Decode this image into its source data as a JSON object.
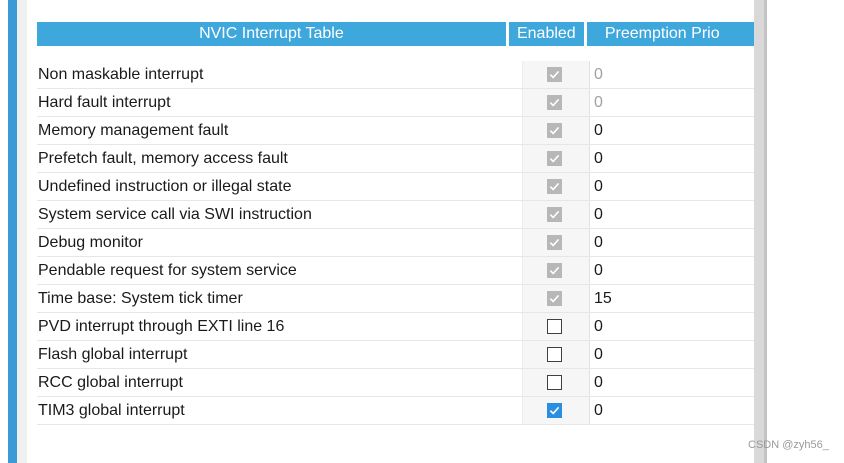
{
  "table": {
    "headers": {
      "name": "NVIC Interrupt Table",
      "enabled": "Enabled",
      "preemption": "Preemption Prio"
    },
    "rows": [
      {
        "name": "Non maskable interrupt",
        "enabled": true,
        "locked": true,
        "priority": "0",
        "priority_disabled": true
      },
      {
        "name": "Hard fault interrupt",
        "enabled": true,
        "locked": true,
        "priority": "0",
        "priority_disabled": true
      },
      {
        "name": "Memory management fault",
        "enabled": true,
        "locked": true,
        "priority": "0",
        "priority_disabled": false
      },
      {
        "name": "Prefetch fault, memory access fault",
        "enabled": true,
        "locked": true,
        "priority": "0",
        "priority_disabled": false
      },
      {
        "name": "Undefined instruction or illegal state",
        "enabled": true,
        "locked": true,
        "priority": "0",
        "priority_disabled": false
      },
      {
        "name": "System service call via SWI instruction",
        "enabled": true,
        "locked": true,
        "priority": "0",
        "priority_disabled": false
      },
      {
        "name": "Debug monitor",
        "enabled": true,
        "locked": true,
        "priority": "0",
        "priority_disabled": false
      },
      {
        "name": "Pendable request for system service",
        "enabled": true,
        "locked": true,
        "priority": "0",
        "priority_disabled": false
      },
      {
        "name": "Time base: System tick timer",
        "enabled": true,
        "locked": true,
        "priority": "15",
        "priority_disabled": false
      },
      {
        "name": "PVD interrupt through EXTI line 16",
        "enabled": false,
        "locked": false,
        "priority": "0",
        "priority_disabled": false
      },
      {
        "name": "Flash global interrupt",
        "enabled": false,
        "locked": false,
        "priority": "0",
        "priority_disabled": false
      },
      {
        "name": "RCC global interrupt",
        "enabled": false,
        "locked": false,
        "priority": "0",
        "priority_disabled": false
      },
      {
        "name": "TIM3 global interrupt",
        "enabled": true,
        "locked": false,
        "priority": "0",
        "priority_disabled": false
      }
    ]
  },
  "watermark": "CSDN @zyh56_",
  "colors": {
    "header_bg": "#3ea7dc",
    "frame_blue": "#3c9ad6",
    "checkbox_active": "#2a8fe0",
    "checkbox_locked": "#b7b7b7"
  }
}
